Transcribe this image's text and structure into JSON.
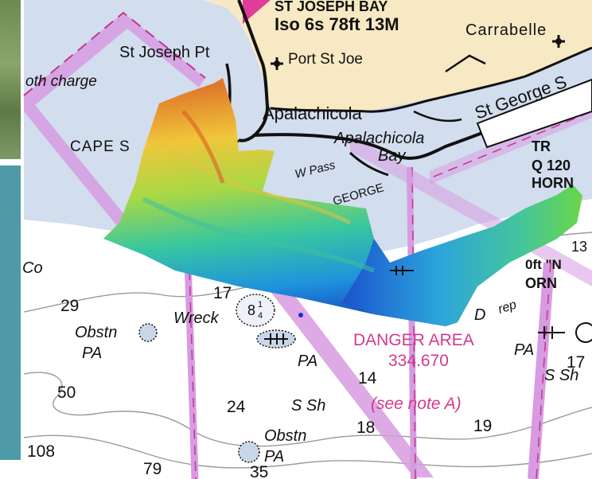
{
  "chart": {
    "colors": {
      "land": "#f7e9c3",
      "shallow_water": "#d2ddee",
      "deep_water": "#ffffff",
      "restricted_area": "#d79be2",
      "magenta": "#d23a8c",
      "coastline": "#111111",
      "frame_sidebar": "#4f9aa8"
    },
    "labels": {
      "light_name": "ST JOSEPH BAY",
      "light_char": "Iso 6s 78ft 13M",
      "carrabelle": "Carrabelle",
      "st_joseph_pt": "St Joseph Pt",
      "port_st_joe": "Port St Joe",
      "booth_charge": "oth charge",
      "apalachicola": "Apalachicola",
      "apalachicola_bay_1": "Apalachicola",
      "apalachicola_bay_2": "Bay",
      "st_george": "St George S",
      "cape": "CAPE S",
      "w_pass": "W Pass",
      "george": "GEORGE",
      "tr": "TR",
      "q120": "Q 120",
      "horn_top": "HORN",
      "co": "Co",
      "horn_bottom": "ORN",
      "n_label": "0ft \"N",
      "n13": "13",
      "rep": "rep",
      "wreck": "Wreck",
      "wreck_depth": "8",
      "wreck_depth_sub": "1",
      "wreck_depth_sub2": "4",
      "obstn_1": "Obstn",
      "pa_1": "PA",
      "pa_2": "PA",
      "pa_3": "PA",
      "obstn_2": "Obstn",
      "pa_4": "PA",
      "danger_area": "DANGER AREA",
      "danger_freq": "334.670",
      "see_note": "(see note A)",
      "s_sh_1": "S Sh",
      "s_sh_2": "S Sh",
      "d_letter": "D"
    },
    "soundings": [
      "29",
      "17",
      "14",
      "50",
      "24",
      "18",
      "19",
      "108",
      "79",
      "35",
      "17"
    ]
  }
}
